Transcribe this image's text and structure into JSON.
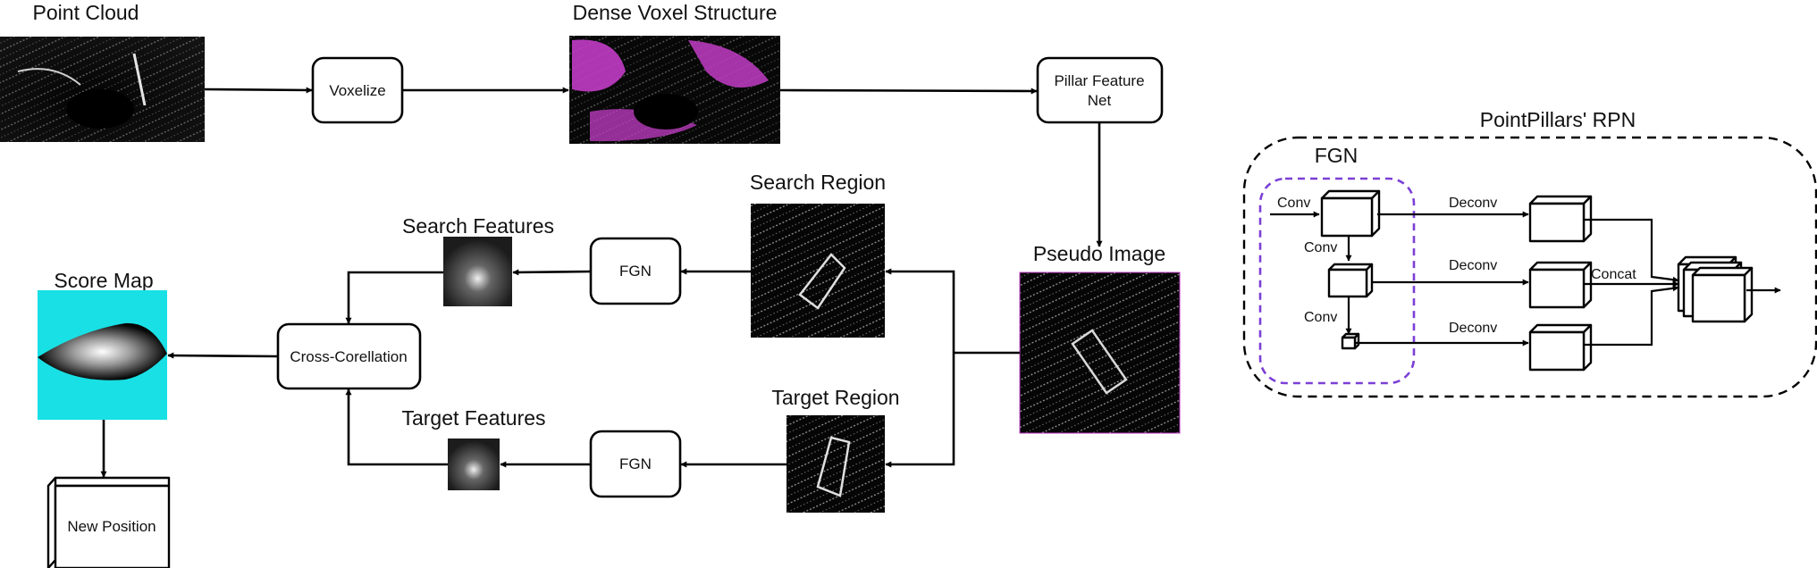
{
  "titles": {
    "point_cloud": "Point Cloud",
    "dense_voxel": "Dense Voxel Structure",
    "search_region": "Search Region",
    "search_features": "Search Features",
    "score_map": "Score Map",
    "pseudo_image": "Pseudo Image",
    "target_region": "Target Region",
    "target_features": "Target Features",
    "rpn": "PointPillars' RPN",
    "fgn": "FGN"
  },
  "boxes": {
    "voxelize": "Voxelize",
    "pillar_line1": "Pillar Feature",
    "pillar_line2": "Net",
    "fgn_search": "FGN",
    "fgn_target": "FGN",
    "cross_corr": "Cross-Corellation",
    "new_position": "New Position"
  },
  "rpn_labels": {
    "conv_in": "Conv",
    "conv_1": "Conv",
    "conv_2": "Conv",
    "deconv_1": "Deconv",
    "deconv_2": "Deconv",
    "deconv_3": "Deconv",
    "concat": "Concat"
  },
  "colors": {
    "voxel_magenta": "#c23cc6",
    "score_cyan": "#19e0e4",
    "fgn_dash": "#7b3fd6"
  }
}
